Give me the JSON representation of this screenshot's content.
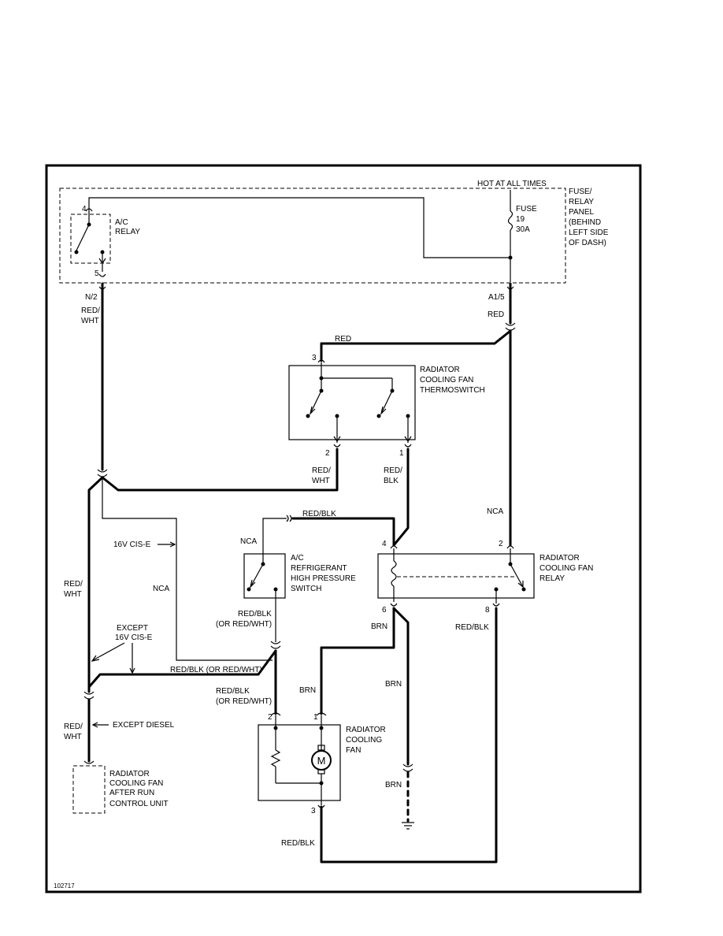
{
  "diagram_id": "102717",
  "power": {
    "label": "HOT AT ALL TIMES"
  },
  "fuse_panel": {
    "label": [
      "FUSE/",
      "RELAY",
      "PANEL",
      "(BEHIND",
      "LEFT SIDE",
      "OF DASH)"
    ]
  },
  "fuse": {
    "label": [
      "FUSE",
      "19",
      "30A"
    ]
  },
  "ac_relay": {
    "label": [
      "A/C",
      "RELAY"
    ],
    "pin_top": "4",
    "pin_bottom": "5"
  },
  "connectors": {
    "n2": "N/2",
    "a15": "A1/5"
  },
  "thermoswitch": {
    "label": [
      "RADIATOR",
      "COOLING FAN",
      "THERMOSWITCH"
    ],
    "pin_top": "3",
    "pin_left": "2",
    "pin_right": "1"
  },
  "fan_relay": {
    "label": [
      "RADIATOR",
      "COOLING FAN",
      "RELAY"
    ],
    "pin_4": "4",
    "pin_2": "2",
    "pin_6": "6",
    "pin_8": "8"
  },
  "pressure_switch": {
    "label": [
      "A/C",
      "REFRIGERANT",
      "HIGH PRESSURE",
      "SWITCH"
    ]
  },
  "fan": {
    "label": [
      "RADIATOR",
      "COOLING",
      "FAN"
    ],
    "pin_2": "2",
    "pin_1": "1",
    "pin_3": "3",
    "motor": "M"
  },
  "after_run": {
    "label": [
      "RADIATOR",
      "COOLING FAN",
      "AFTER RUN",
      "CONTROL UNIT"
    ]
  },
  "wires": {
    "red_wht_1": [
      "RED/",
      "WHT"
    ],
    "red_top": "RED",
    "red_a15": "RED",
    "red_wht_2": [
      "RED/",
      "WHT"
    ],
    "red_blk_1": [
      "RED/",
      "BLK"
    ],
    "nca_right": "NCA",
    "red_blk_top": "RED/BLK",
    "nca_ps": "NCA",
    "cis_e": "16V CIS-E",
    "nca_mid": "NCA",
    "red_wht_left": [
      "RED/",
      "WHT"
    ],
    "except_cis": [
      "EXCEPT",
      "16V CIS-E"
    ],
    "red_blk_or_1": [
      "RED/BLK",
      "(OR RED/WHT)"
    ],
    "red_blk_or_h": "RED/BLK (OR RED/WHT)",
    "red_blk_or_2": [
      "RED/BLK",
      "(OR RED/WHT)"
    ],
    "brn_1": "BRN",
    "brn_2": "BRN",
    "brn_3": "BRN",
    "brn_4": "BRN",
    "red_blk_right": "RED/BLK",
    "red_wht_bottom": [
      "RED/",
      "WHT"
    ],
    "except_diesel": "EXCEPT DIESEL",
    "red_blk_bottom": "RED/BLK"
  }
}
